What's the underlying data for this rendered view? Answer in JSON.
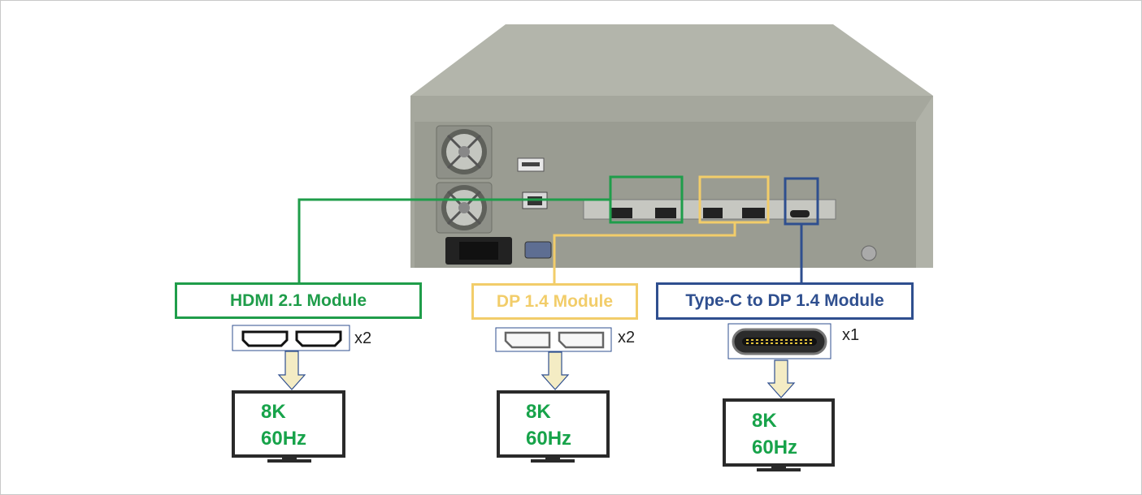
{
  "modules": [
    {
      "label": "HDMI 2.1 Module",
      "color": "#1f9d4a",
      "connector": "hdmi-port-icon",
      "count": "x2",
      "display": {
        "res": "8K",
        "rate": "60Hz"
      }
    },
    {
      "label": "DP 1.4 Module",
      "color": "#f2cd6a",
      "connector": "displayport-icon",
      "count": "x2",
      "display": {
        "res": "8K",
        "rate": "60Hz"
      }
    },
    {
      "label": "Type-C to DP 1.4 Module",
      "color": "#2f4f8f",
      "connector": "usb-c-port-icon",
      "count": "x1",
      "display": {
        "res": "8K",
        "rate": "60Hz"
      }
    }
  ],
  "colors": {
    "chassis_front": "#9a9c92",
    "chassis_top": "#b3b5ab",
    "arrow": "#f4ecc4",
    "resolution_text": "#17a34a"
  }
}
